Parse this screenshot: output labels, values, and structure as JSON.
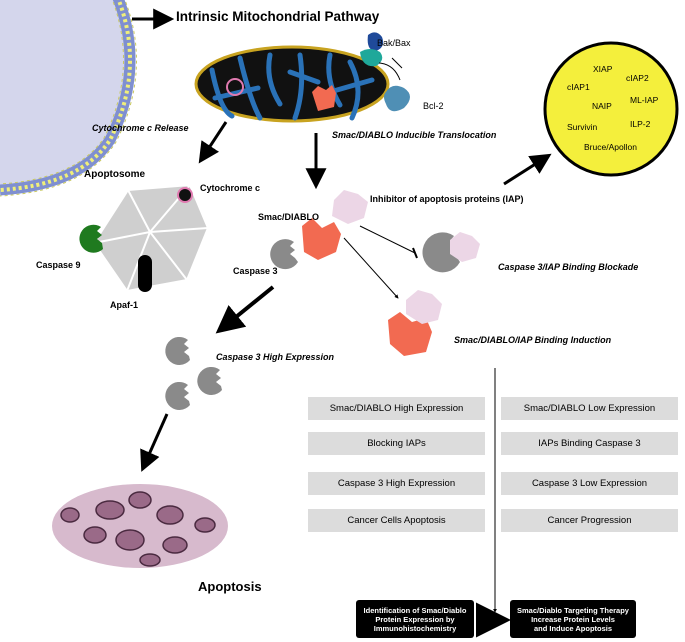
{
  "title": "Intrinsic Mitochondrial Pathway",
  "labels": {
    "bak_bax": "Bak/Bax",
    "bcl2": "Bcl-2",
    "cyto_release": "Cytochrome c Release",
    "smac_translocation": "Smac/DIABLO Inducible Translocation",
    "apoptosome": "Apoptosome",
    "cytochrome_c": "Cytochrome c",
    "caspase9": "Caspase 9",
    "apaf1": "Apaf-1",
    "smac_diablo": "Smac/DIABLO",
    "iap": "Inhibitor of apoptosis proteins (IAP)",
    "caspase3": "Caspase 3",
    "blockade": "Caspase 3/IAP Binding Blockade",
    "induction": "Smac/DIABLO/IAP Binding Induction",
    "casp3_high": "Caspase 3 High Expression",
    "apoptosis": "Apoptosis"
  },
  "iap_members": [
    "XIAP",
    "cIAP1",
    "cIAP2",
    "NAIP",
    "ML-IAP",
    "Survivin",
    "ILP-2",
    "Bruce/Apollon"
  ],
  "left_column": [
    "Smac/DIABLO High Expression",
    "Blocking IAPs",
    "Caspase 3 High Expression",
    "Cancer Cells Apoptosis"
  ],
  "right_column": [
    "Smac/DIABLO Low Expression",
    "IAPs Binding Caspase 3",
    "Caspase 3 Low Expression",
    "Cancer Progression"
  ],
  "bottom_left": [
    "Identification of Smac/Diablo",
    "Protein Expression by",
    "Immunohistochemistry"
  ],
  "bottom_right": [
    "Smac/Diablo Targeting Therapy",
    "Increase Protein Levels",
    "and Induce Apoptosis"
  ],
  "colors": {
    "membrane": "#7f8fd0",
    "lipid_head": "#f0ef7a",
    "cell_interior": "#d4d6ec",
    "mitochondria": "#111111",
    "cristae": "#2a72b8",
    "smac": "#f26a51",
    "iap": "#ecd6e6",
    "caspase3": "#8a8a8a",
    "caspase9": "#1f7a1f",
    "iap_circle": "#f4ef3c",
    "apoptosome": "#cfcfcf",
    "gray_box": "#dcdcdc"
  }
}
